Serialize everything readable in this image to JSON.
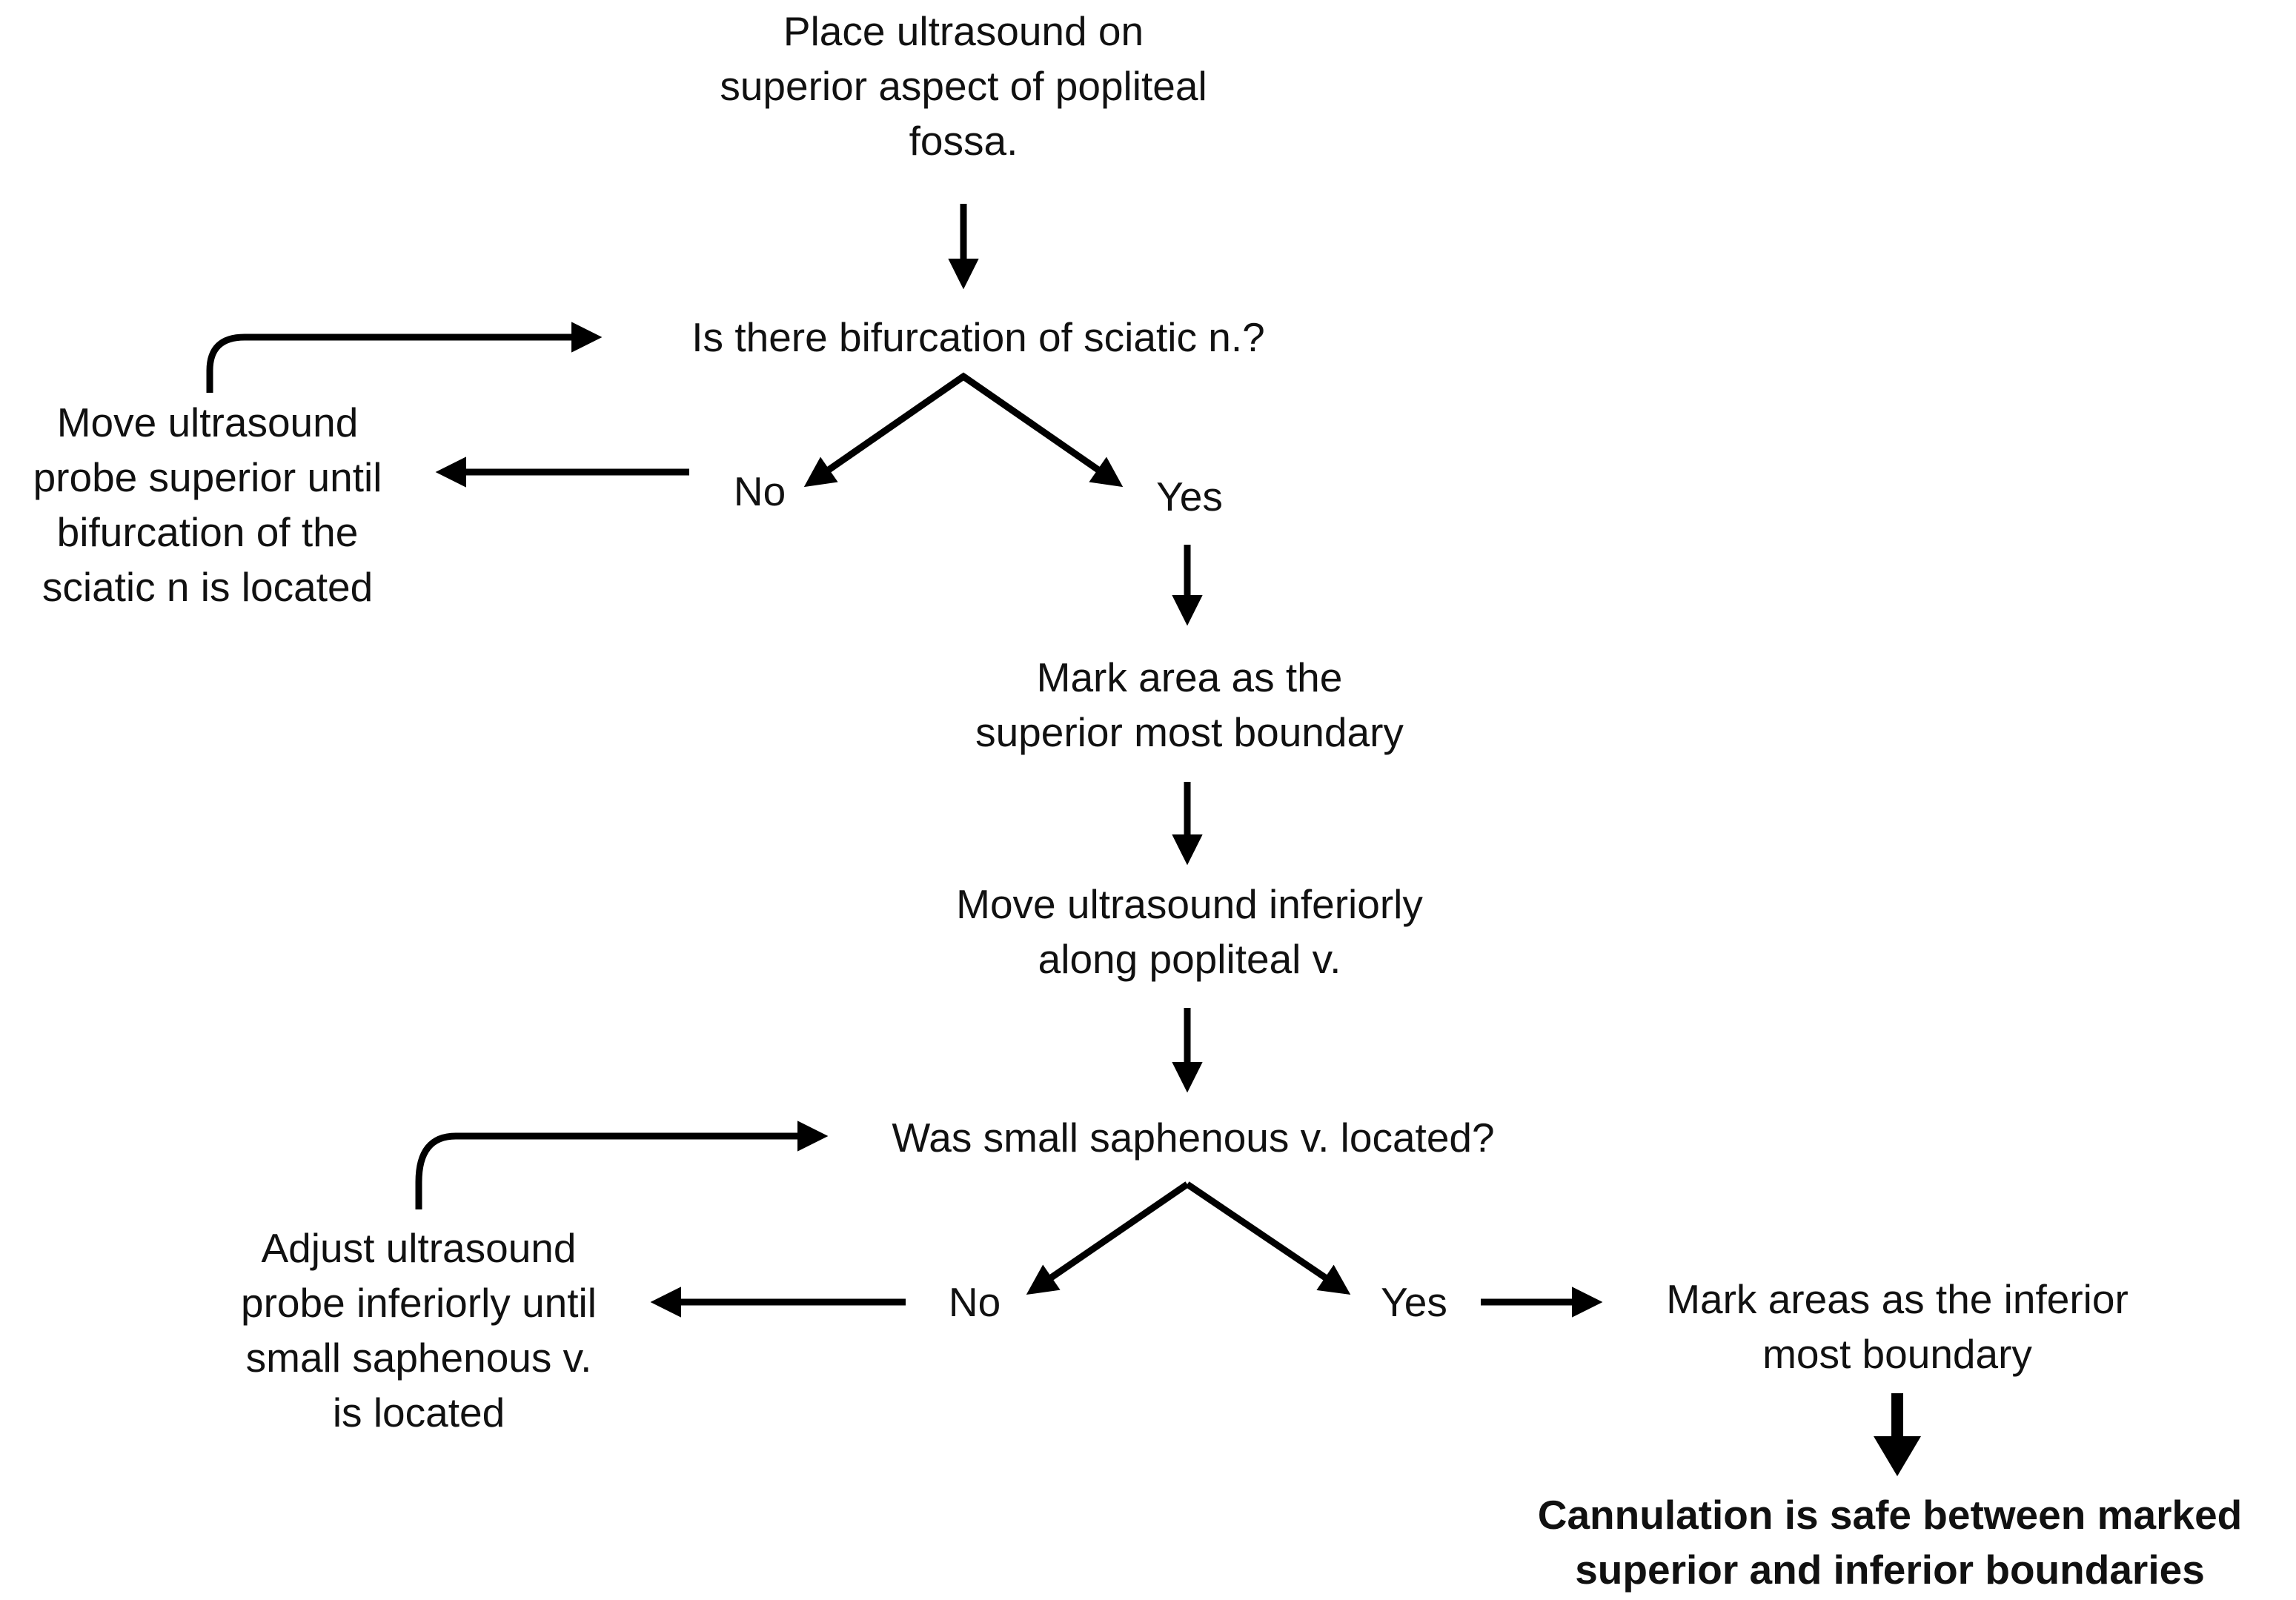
{
  "steps": {
    "start": [
      "Place ultrasound on",
      "superior aspect of popliteal",
      "fossa."
    ],
    "q1": [
      "Is there bifurcation of sciatic n.?"
    ],
    "q1_no": [
      "No"
    ],
    "q1_yes": [
      "Yes"
    ],
    "q1_no_action": [
      "Move ultrasound",
      "probe superior until",
      "bifurcation of the",
      "sciatic n is located"
    ],
    "mark_superior": [
      "Mark area as the",
      "superior most boundary"
    ],
    "move_inferior": [
      "Move ultrasound inferiorly",
      "along popliteal v."
    ],
    "q2": [
      "Was small saphenous v. located?"
    ],
    "q2_no": [
      "No"
    ],
    "q2_yes": [
      "Yes"
    ],
    "q2_no_action": [
      "Adjust ultrasound",
      "probe inferiorly until",
      "small saphenous v.",
      "is located"
    ],
    "mark_inferior": [
      "Mark areas as the inferior",
      "most boundary"
    ],
    "result": [
      "Cannulation is safe between marked",
      "superior and inferior boundaries"
    ]
  },
  "colors": {
    "text": "#111111",
    "arrow": "#000000",
    "background": "#ffffff"
  }
}
